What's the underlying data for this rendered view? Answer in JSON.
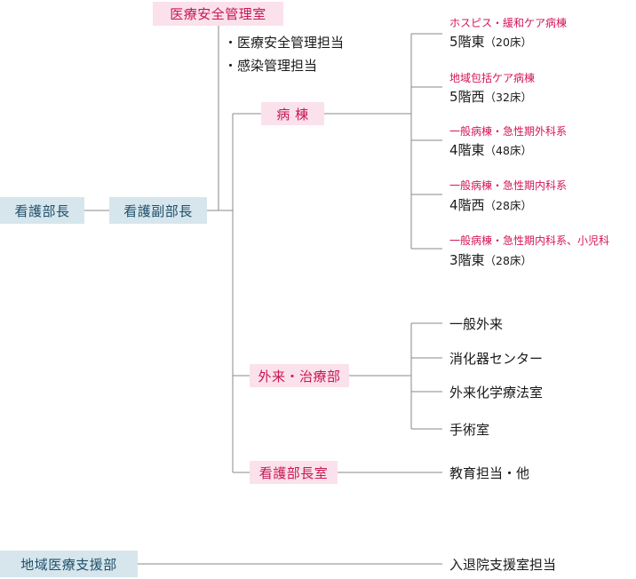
{
  "nodes": {
    "kango_buchou": "看護部長",
    "kango_fukubuchou": "看護副部長",
    "iryou_anzen": "医療安全管理室",
    "byoutou": "病 棟",
    "gairai_chiryou": "外来・治療部",
    "buchoushitsu": "看護部長室",
    "chiiki": "地域医療支援部"
  },
  "safety_duties": [
    "・医療安全管理担当",
    "・感染管理担当"
  ],
  "wards": [
    {
      "type": "ホスピス・緩和ケア病棟",
      "floor": "5階東",
      "beds": "（20床）"
    },
    {
      "type": "地域包括ケア病棟",
      "floor": "5階西",
      "beds": "（32床）"
    },
    {
      "type": "一般病棟・急性期外科系",
      "floor": "4階東",
      "beds": "（48床）"
    },
    {
      "type": "一般病棟・急性期内科系",
      "floor": "4階西",
      "beds": "（28床）"
    },
    {
      "type": "一般病棟・急性期内科系、小児科",
      "floor": "3階東",
      "beds": "（28床）"
    }
  ],
  "outpatient_units": [
    "一般外来",
    "消化器センター",
    "外来化学療法室",
    "手術室"
  ],
  "education": "教育担当・他",
  "discharge": "入退院支援室担当"
}
